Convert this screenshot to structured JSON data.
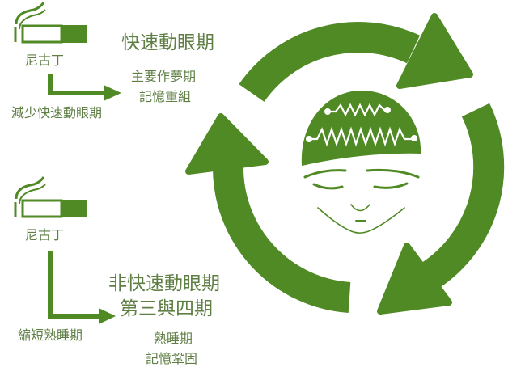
{
  "colors": {
    "accent": "#4f8a24",
    "text": "#5f7f45"
  },
  "rem": {
    "nicotine_label": "尼古丁",
    "effect": "減少快速動眼期",
    "stage_title": "快速動眼期",
    "desc_line1": "主要作夢期",
    "desc_line2": "記憶重組"
  },
  "nrem": {
    "nicotine_label": "尼古丁",
    "effect": "縮短熟睡期",
    "stage_title_line1": "非快速動眼期",
    "stage_title_line2": "第三與四期",
    "desc_line1": "熟睡期",
    "desc_line2": "記憶鞏固"
  },
  "icons": [
    "cigarette-icon",
    "cycle-arrows-icon",
    "sleeping-head-icon"
  ]
}
